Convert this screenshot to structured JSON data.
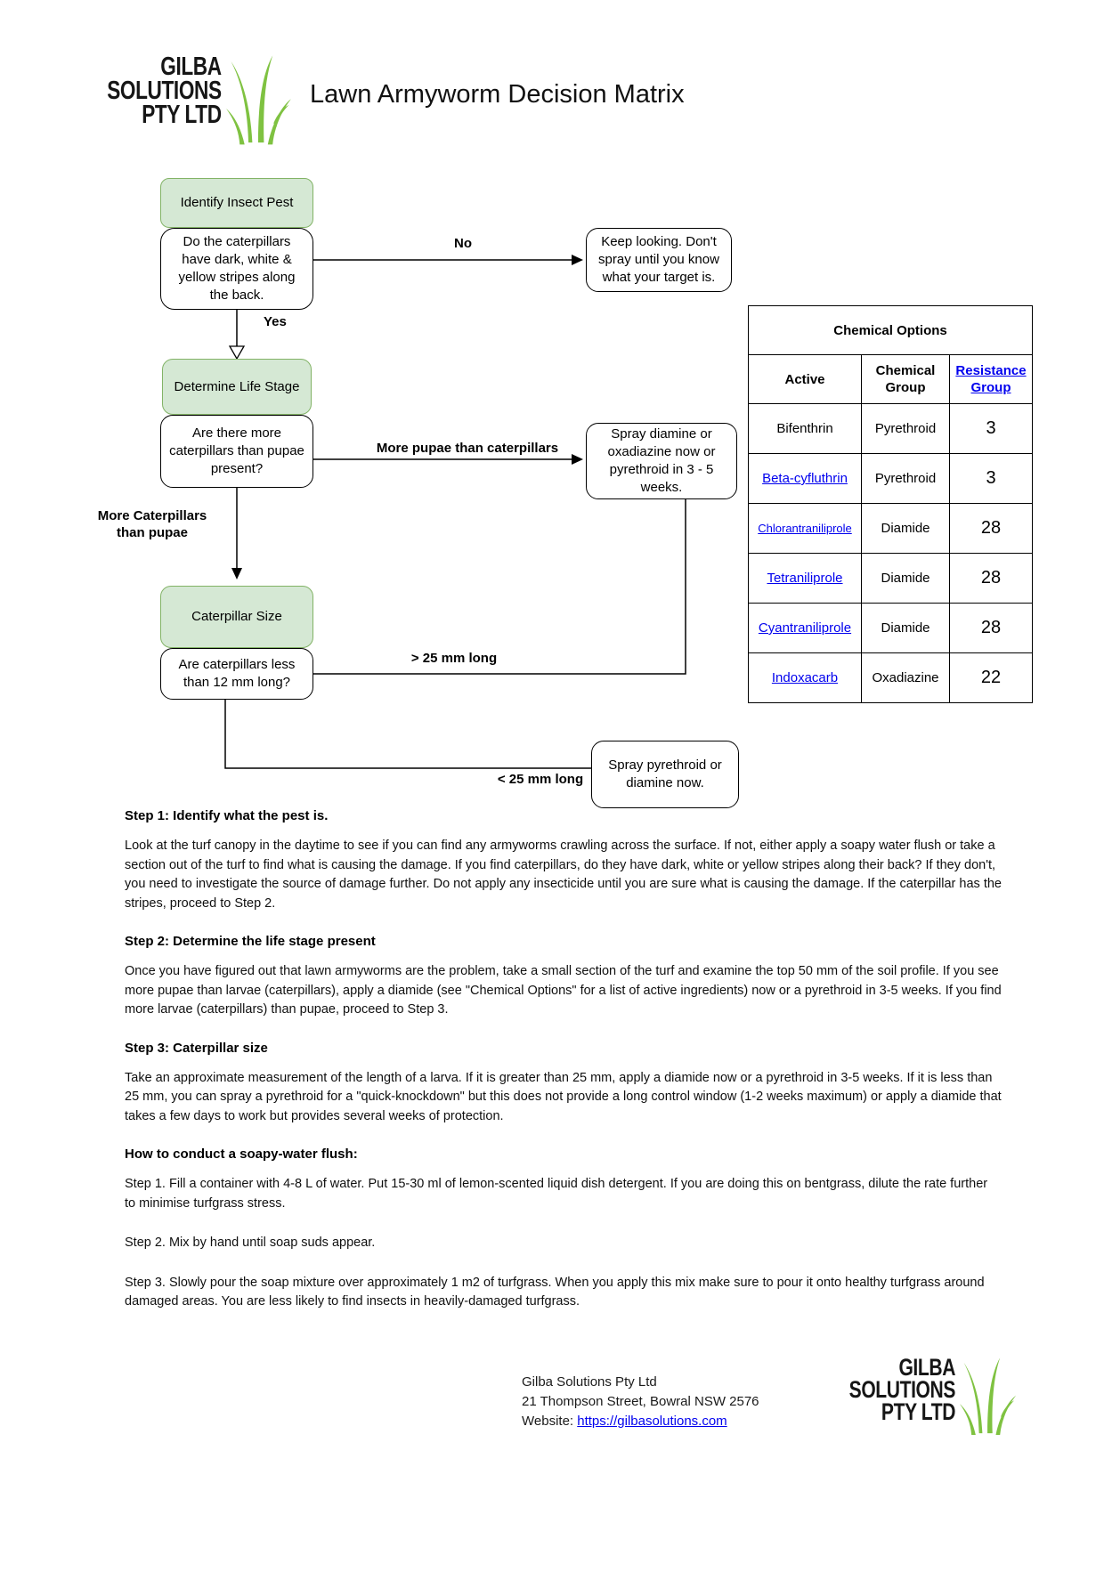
{
  "colors": {
    "box_green_fill": "#d5e8d4",
    "box_green_border": "#82b366",
    "link_blue": "#0000ee",
    "logo_green": "#7fc241"
  },
  "header": {
    "logo": {
      "line1": "GILBA",
      "line2": "SOLUTIONS",
      "line3": "PTY LTD"
    },
    "title": "Lawn Armyworm Decision Matrix"
  },
  "flowchart": {
    "stage1_title": "Identify Insect Pest",
    "q1": "Do the caterpillars have dark, white & yellow stripes along the back.",
    "no_label": "No",
    "keep_looking": "Keep looking. Don't spray until you know what your target is.",
    "yes_label": "Yes",
    "stage2_title": "Determine Life Stage",
    "q2": "Are there more caterpillars than pupae present?",
    "more_pupae_label": "More pupae than caterpillars",
    "spray_diamine": "Spray diamine or oxadiazine now or pyrethroid in 3 - 5 weeks.",
    "more_caterpillars_label": "More Caterpillars than pupae",
    "stage3_title": "Caterpillar Size",
    "q3": "Are caterpillars less than 12 mm long?",
    "gt25_label": "> 25 mm long",
    "lt25_label": "< 25 mm long",
    "spray_pyrethroid": "Spray pyrethroid or diamine now."
  },
  "table": {
    "title": "Chemical Options",
    "columns": [
      "Active",
      "Chemical Group",
      "Resistance Group"
    ],
    "rows": [
      {
        "active": "Bifenthrin",
        "link": false,
        "group": "Pyrethroid",
        "resistance": "3"
      },
      {
        "active": "Beta-cyfluthrin",
        "link": true,
        "group": "Pyrethroid",
        "resistance": "3"
      },
      {
        "active": "Chlorantraniliprole",
        "link": true,
        "group": "Diamide",
        "resistance": "28"
      },
      {
        "active": "Tetraniliprole",
        "link": true,
        "group": "Diamide",
        "resistance": "28"
      },
      {
        "active": "Cyantraniliprole",
        "link": true,
        "group": "Diamide",
        "resistance": "28"
      },
      {
        "active": "Indoxacarb",
        "link": true,
        "group": "Oxadiazine",
        "resistance": "22"
      }
    ]
  },
  "guide": {
    "steps": [
      {
        "heading": "Step 1: Identify what the pest is.",
        "body": "Look at the turf canopy in the daytime to see if you can find any armyworms crawling across the surface. If not, either apply a soapy water flush or take a section out of the turf to find what is causing the damage. If you find caterpillars, do they have dark, white or yellow stripes along their back? If they don't, you need to investigate the source of damage further. Do not apply any insecticide until you are sure what is causing the damage. If the caterpillar has the stripes, proceed to Step 2."
      },
      {
        "heading": "Step 2: Determine the life stage present",
        "body": "Once you have figured out that lawn armyworms are the problem, take a small section of the turf and examine the top 50 mm of the soil profile. If you see more pupae than larvae (caterpillars), apply a diamide (see \"Chemical Options\" for a list of active ingredients) now or a pyrethroid in 3-5 weeks. If you find more larvae (caterpillars) than pupae, proceed to Step 3."
      },
      {
        "heading": "Step 3: Caterpillar size",
        "body": "Take an approximate measurement of the length of a larva. If it is greater than 25 mm, apply a diamide now or a pyrethroid in 3-5 weeks. If it is less than 25 mm, you can spray a pyrethroid for a \"quick-knockdown\" but this does not provide a long control window (1-2 weeks maximum) or apply a diamide that takes a few days to work but provides several weeks of protection."
      }
    ],
    "flush": {
      "heading": "How to conduct a soapy-water flush:",
      "paragraphs": [
        "Step 1. Fill a container with 4-8 L of water. Put 15-30 ml of lemon-scented liquid dish detergent. If you are doing this on bentgrass, dilute the rate further to minimise turfgrass stress.",
        "Step 2. Mix by hand until soap suds appear.",
        "Step 3. Slowly pour the soap mixture over approximately 1 m2 of turfgrass. When you apply this mix make sure to pour it onto healthy turfgrass around damaged areas.  You are less likely to find insects in heavily-damaged turfgrass."
      ]
    }
  },
  "footer": {
    "company": "Gilba Solutions Pty Ltd",
    "address": "21 Thompson Street, Bowral NSW 2576",
    "website_label": "Website: ",
    "website_url": "https://gilbasolutions.com",
    "logo": {
      "line1": "GILBA",
      "line2": "SOLUTIONS",
      "line3": "PTY LTD"
    }
  }
}
